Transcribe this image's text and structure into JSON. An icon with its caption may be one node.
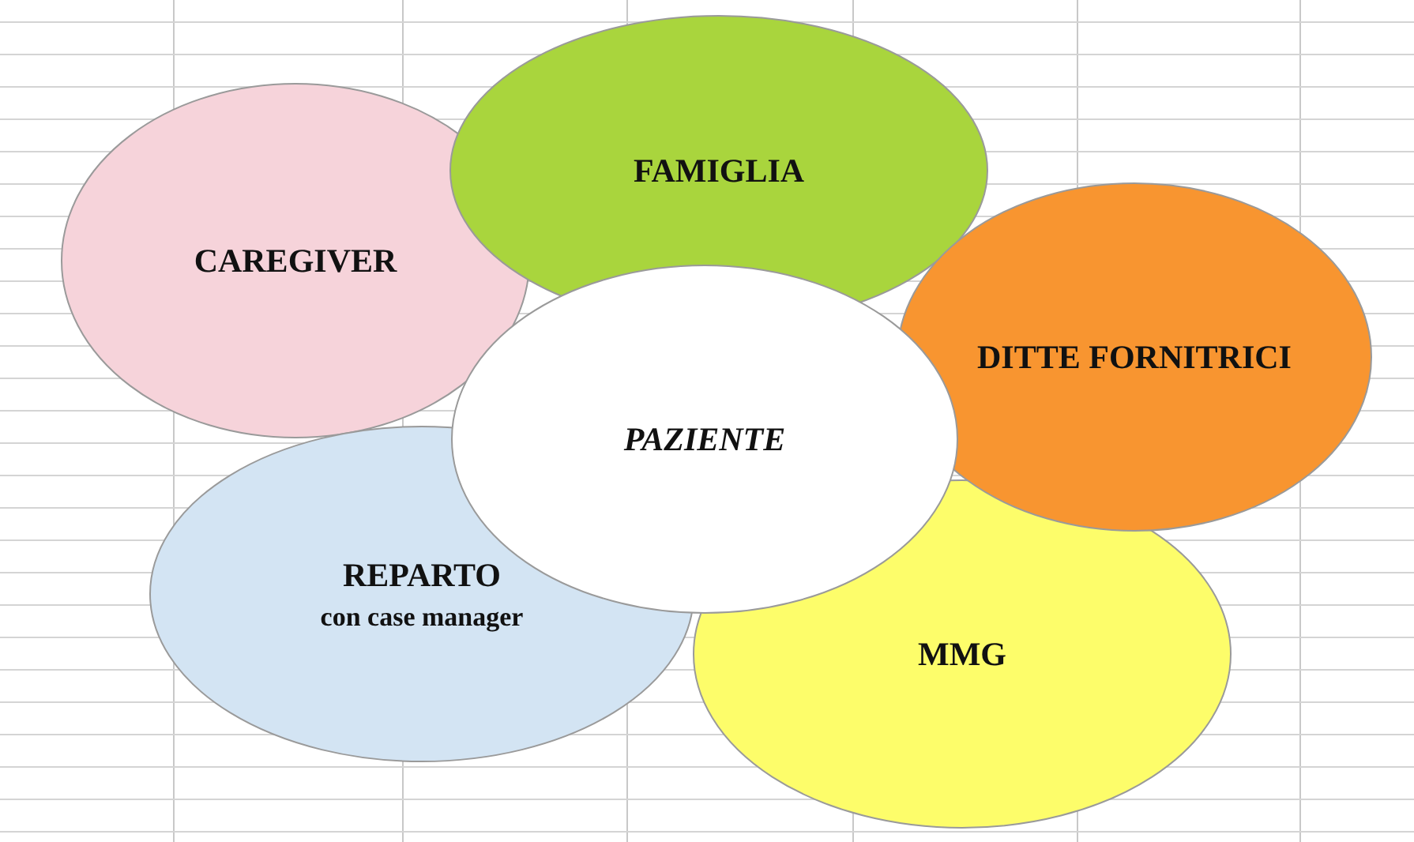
{
  "diagram": {
    "nodes": [
      {
        "text": [
          "CAREGIVER"
        ]
      },
      {
        "text": [
          "FAMIGLIA"
        ]
      },
      {
        "text": [
          "DITTE FORNITRICI"
        ]
      },
      {
        "text": [
          "PAZIENTE"
        ]
      },
      {
        "text": [
          "REPARTO",
          "con case manager"
        ]
      },
      {
        "text": [
          "MMG"
        ]
      }
    ]
  }
}
